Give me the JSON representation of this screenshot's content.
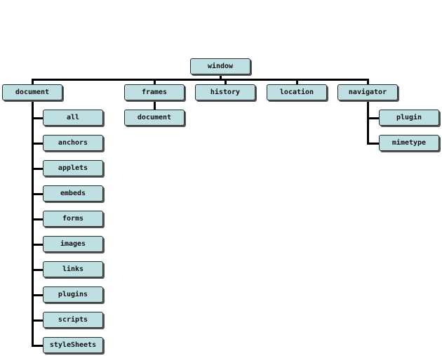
{
  "colors": {
    "node_fill": "#bfe0e2",
    "node_border": "#2b2b2b",
    "connector": "#000000"
  },
  "root": {
    "label": "window"
  },
  "document": {
    "label": "document",
    "children": [
      "all",
      "anchors",
      "applets",
      "embeds",
      "forms",
      "images",
      "links",
      "plugins",
      "scripts",
      "styleSheets"
    ]
  },
  "frames": {
    "label": "frames",
    "children": [
      "document"
    ]
  },
  "history": {
    "label": "history"
  },
  "location": {
    "label": "location"
  },
  "navigator": {
    "label": "navigator",
    "children": [
      "plugin",
      "mimetype"
    ]
  }
}
